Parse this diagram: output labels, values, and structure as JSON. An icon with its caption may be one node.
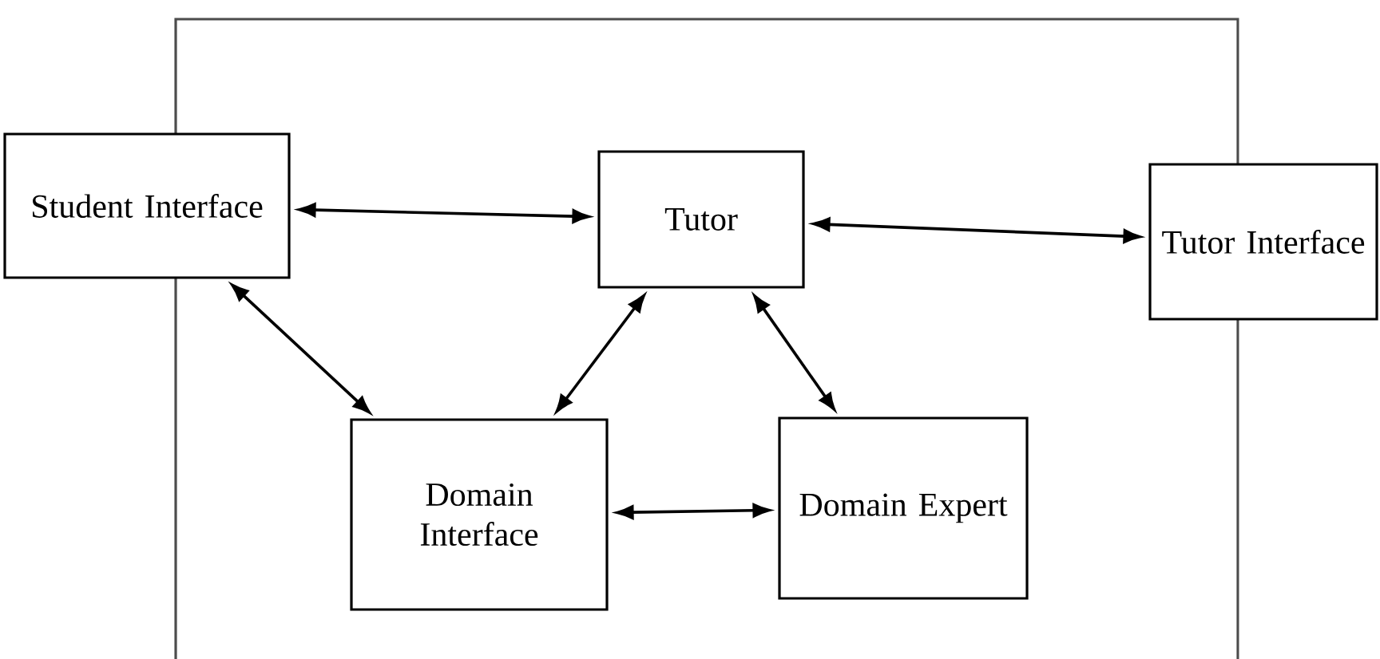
{
  "diagram": {
    "nodes": [
      {
        "text": [
          "Student Interface"
        ]
      },
      {
        "text": [
          "Tutor"
        ]
      },
      {
        "text": [
          "Tutor Interface"
        ]
      },
      {
        "text": [
          "Domain Interface"
        ]
      },
      {
        "text": [
          "Domain Expert"
        ]
      }
    ],
    "edges": [
      {
        "from": 0,
        "to": 1,
        "arrow": "both"
      },
      {
        "from": 1,
        "to": 2,
        "arrow": "both"
      },
      {
        "from": 0,
        "to": 3,
        "arrow": "both"
      },
      {
        "from": 1,
        "to": 3,
        "arrow": "both"
      },
      {
        "from": 1,
        "to": 4,
        "arrow": "both"
      },
      {
        "from": 3,
        "to": 4,
        "arrow": "both"
      }
    ]
  }
}
